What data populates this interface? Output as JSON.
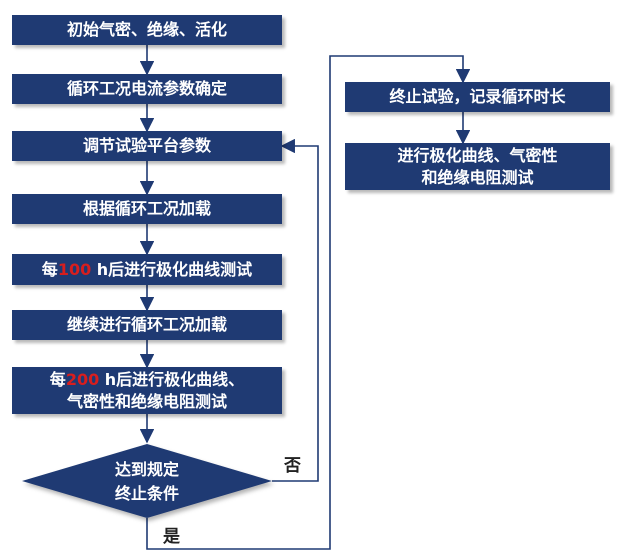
{
  "left_steps": {
    "s1": "初始气密、绝缘、活化",
    "s2": "循环工况电流参数确定",
    "s3": "调节试验平台参数",
    "s4": "根据循环工况加载",
    "s5": {
      "pre": "每",
      "num": "100",
      "post": " h后进行极化曲线测试"
    },
    "s6": "继续进行循环工况加载",
    "s7": {
      "pre": "每",
      "num": "200",
      "post": " h后进行极化曲线、",
      "line2": "气密性和绝缘电阻测试"
    }
  },
  "decision": {
    "line1": "达到规定",
    "line2": "终止条件",
    "no_label": "否",
    "yes_label": "是"
  },
  "right_steps": {
    "r1": "终止试验，记录循环时长",
    "r2_line1": "进行极化曲线、气密性",
    "r2_line2": "和绝缘电阻测试"
  },
  "colors": {
    "box_fill": "#1f3a73",
    "connector": "#1f3a73",
    "highlight": "#d81e1e"
  }
}
